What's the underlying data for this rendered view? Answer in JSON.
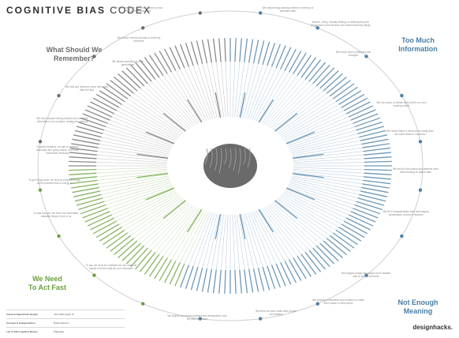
{
  "title_bold": "COGNITIVE BIAS",
  "title_light": "CODEX",
  "quadrants": {
    "remember": [
      "What Should We",
      "Remember?"
    ],
    "info": [
      "Too Much",
      "Information"
    ],
    "fast": [
      "We Need",
      "To Act Fast"
    ],
    "meaning": [
      "Not Enough",
      "Meaning"
    ]
  },
  "colors": {
    "remember": "#6d6d6d",
    "info": "#4a7fa6",
    "fast": "#6aa23c",
    "meaning": "#4a7fa6"
  },
  "notes": [
    "We store memories differently based on how they were experienced",
    "We reduce events and lists to their key elements",
    "We discard specifics to form generalities",
    "We edit and reinforce some memories after the fact",
    "We notice things already primed in memory or repeated often",
    "Bizarre, funny, visually striking, or anthropomorphic things stick out more than non-bizarre/unfunny things",
    "We notice when something has changed",
    "We are drawn to details that confirm our own existing beliefs",
    "We notice flaws in others more easily than we notice flaws in ourselves",
    "We favor simple-looking options and complete information over complex, ambiguous options",
    "To avoid mistakes, we aim to preserve autonomy and group status, and avoid irreversible decisions",
    "To get things done, we tend to complete things we've invested time & energy in",
    "To stay focused, we favor the immediate, relatable thing in front of us",
    "To act, we must be confident we can make an impact and feel what we do is important",
    "We tend to find stories and patterns even when looking at sparse data",
    "We fill in characteristics from stereotypes, generalities, and prior histories",
    "We imagine things and people we're familiar with or fond of as better",
    "We simplify probabilities and numbers to make them easier to think about",
    "We think we know what other people are thinking",
    "We project our current mindset and assumptions onto the past and future"
  ],
  "credits": [
    {
      "k": "Visual & Algorithmic Design",
      "v": "John Manoogian III"
    },
    {
      "k": "Concept & Categorization",
      "v": "Buster Benson"
    },
    {
      "k": "List of 180 Cognitive Biases",
      "v": "Wikipedia"
    }
  ],
  "brand": "designhacks."
}
